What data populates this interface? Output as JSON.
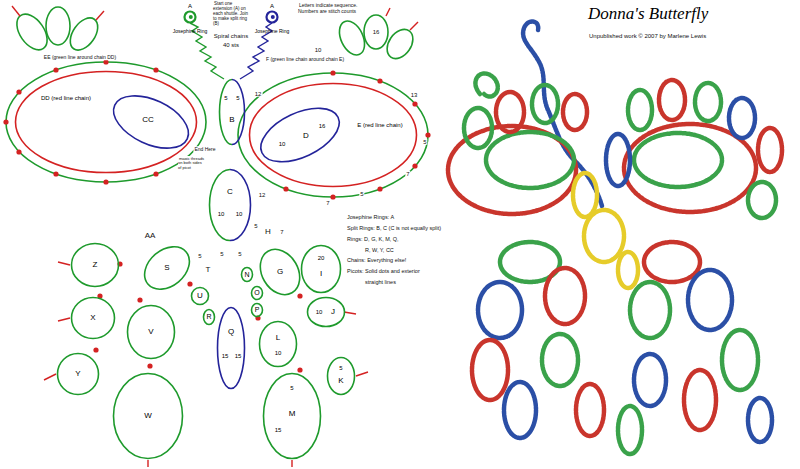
{
  "diagram": {
    "title": "Donna's Butterfly",
    "nodes": [
      {
        "text": [
          "A",
          "Josephine Ring"
        ]
      },
      {
        "text": [
          "A",
          "Josephine Ring"
        ]
      },
      {
        "text": [
          "DD (red line chain)"
        ]
      },
      {
        "text": [
          "CC"
        ],
        "in": 2
      },
      {
        "text": [
          "B",
          "5",
          "5"
        ]
      },
      {
        "text": [
          "E (red line chain)"
        ]
      },
      {
        "text": [
          "D",
          "10",
          "16"
        ],
        "in": 5
      },
      {
        "text": [
          "C",
          "10",
          "10"
        ]
      },
      {
        "text": [
          "Z"
        ]
      },
      {
        "text": [
          "S"
        ]
      },
      {
        "text": [
          "G"
        ]
      },
      {
        "text": [
          "I",
          "20"
        ]
      },
      {
        "text": [
          "N"
        ]
      },
      {
        "text": [
          "U"
        ]
      },
      {
        "text": [
          "O"
        ]
      },
      {
        "text": [
          "J",
          "10"
        ]
      },
      {
        "text": [
          "R"
        ]
      },
      {
        "text": [
          "P"
        ]
      },
      {
        "text": [
          "Q",
          "15",
          "15"
        ]
      },
      {
        "text": [
          "X"
        ]
      },
      {
        "text": [
          "V"
        ]
      },
      {
        "text": [
          "L",
          "10"
        ]
      },
      {
        "text": [
          "Y"
        ]
      },
      {
        "text": [
          "K",
          "5"
        ]
      },
      {
        "text": [
          "W"
        ]
      },
      {
        "text": [
          "M",
          "5",
          "15"
        ]
      }
    ],
    "labels": [
      "Start one extension (A) on each shuttle. Join to make split ring (B)",
      "Letters indicate sequence. Numbers are stitch counts",
      "Spiral chains",
      "40 sts",
      "EE (green line around chain DD)",
      "F (green line chain around chain E)",
      "End Here",
      "magic threads on both sides of picot",
      "AA",
      "T",
      "H",
      "Josephine Rings: A",
      "Split Rings: B, C (C is not equally split)",
      "Rings: D, G, K, M, Q,",
      "R, W, Y, CC",
      "Chains: Everything else!",
      "Picots: Solid dots and exterior",
      "straight lines",
      "Unpublished work © 2007 by Marlene Lewis",
      "10",
      "16",
      "13",
      "5",
      "7",
      "5",
      "7",
      "12",
      "12",
      "5",
      "7",
      "5",
      "5",
      "5"
    ]
  }
}
